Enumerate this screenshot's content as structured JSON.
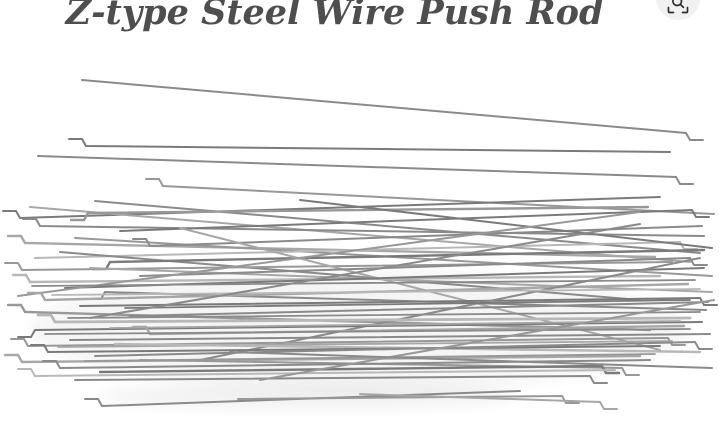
{
  "page": {
    "background": "#ffffff"
  },
  "header": {
    "title": "Z-type Steel Wire Push Rod",
    "title_color": "#4e4e4e"
  },
  "zoom_button": {
    "icon": "magnifier-expand-icon",
    "background": "#f1f1f2",
    "icon_color": "#2f2f2f"
  },
  "product_image": {
    "background": "#ffffff",
    "wire_colors": [
      "#6a6a6a",
      "#7a7a7a",
      "#8a8a8a",
      "#989898",
      "#a7a7a7",
      "#b8b8b8"
    ],
    "hook_stub_length": 13,
    "hook_drop": 7,
    "wires": [
      [
        82,
        80,
        686,
        133,
        2,
        2,
        "n",
        "d"
      ],
      [
        86,
        146,
        670,
        152,
        2,
        1,
        "u",
        "n"
      ],
      [
        38,
        156,
        676,
        177,
        2,
        2,
        "n",
        "d"
      ],
      [
        163,
        186,
        714,
        214,
        2,
        3,
        "u",
        "n"
      ],
      [
        20,
        218,
        660,
        197,
        2,
        1,
        "u",
        "n"
      ],
      [
        95,
        201,
        700,
        253,
        2,
        2,
        "n",
        "n"
      ],
      [
        30,
        207,
        690,
        262,
        2,
        4,
        "n",
        "n"
      ],
      [
        88,
        213,
        648,
        207,
        2.4,
        3,
        "d",
        "n"
      ],
      [
        40,
        226,
        704,
        236,
        2,
        2,
        "u",
        "n"
      ],
      [
        120,
        231,
        692,
        210,
        2,
        1,
        "n",
        "d"
      ],
      [
        25,
        243,
        655,
        257,
        2.4,
        4,
        "u",
        "n"
      ],
      [
        75,
        238,
        712,
        276,
        2,
        3,
        "n",
        "n"
      ],
      [
        150,
        246,
        702,
        226,
        2,
        2,
        "u",
        "n"
      ],
      [
        35,
        258,
        680,
        242,
        2,
        5,
        "n",
        "d"
      ],
      [
        60,
        252,
        640,
        300,
        2,
        2,
        "n",
        "n"
      ],
      [
        110,
        262,
        704,
        250,
        2.4,
        1,
        "d",
        "n"
      ],
      [
        22,
        270,
        672,
        262,
        2,
        3,
        "u",
        "n"
      ],
      [
        90,
        268,
        712,
        292,
        2,
        4,
        "n",
        "n"
      ],
      [
        300,
        200,
        712,
        248,
        2,
        1,
        "n",
        "n"
      ],
      [
        180,
        228,
        660,
        350,
        2,
        4,
        "n",
        "n"
      ],
      [
        140,
        276,
        690,
        258,
        2,
        2,
        "n",
        "d"
      ],
      [
        30,
        282,
        660,
        276,
        2.4,
        5,
        "u",
        "n"
      ],
      [
        65,
        288,
        704,
        268,
        2,
        1,
        "n",
        "n"
      ],
      [
        18,
        296,
        640,
        212,
        2,
        3,
        "n",
        "n"
      ],
      [
        105,
        292,
        706,
        310,
        2,
        2,
        "d",
        "n"
      ],
      [
        45,
        300,
        688,
        284,
        2.4,
        4,
        "u",
        "n"
      ],
      [
        80,
        306,
        700,
        298,
        2,
        1,
        "n",
        "d"
      ],
      [
        25,
        312,
        650,
        330,
        2.4,
        3,
        "u",
        "n"
      ],
      [
        130,
        316,
        708,
        302,
        2,
        2,
        "n",
        "n"
      ],
      [
        200,
        360,
        700,
        258,
        2,
        2,
        "n",
        "n"
      ],
      [
        32,
        286,
        695,
        280,
        1.8,
        2,
        "n",
        "n"
      ],
      [
        52,
        295,
        700,
        289,
        1.8,
        5,
        "n",
        "n"
      ],
      [
        125,
        308,
        690,
        300,
        1.8,
        1,
        "n",
        "n"
      ],
      [
        68,
        318,
        700,
        312,
        1.8,
        2,
        "n",
        "n"
      ],
      [
        55,
        322,
        690,
        318,
        2.8,
        5,
        "u",
        "n"
      ],
      [
        90,
        318,
        640,
        224,
        2,
        2,
        "n",
        "n"
      ],
      [
        35,
        330,
        702,
        322,
        2,
        1,
        "d",
        "n"
      ],
      [
        150,
        334,
        684,
        326,
        2.4,
        4,
        "u",
        "n"
      ],
      [
        45,
        334,
        690,
        329,
        1.8,
        2,
        "n",
        "n"
      ],
      [
        70,
        340,
        710,
        334,
        2,
        2,
        "n",
        "n"
      ],
      [
        28,
        346,
        668,
        338,
        2,
        3,
        "u",
        "d"
      ],
      [
        58,
        347,
        672,
        341,
        1.8,
        4,
        "n",
        "n"
      ],
      [
        115,
        344,
        700,
        352,
        2.4,
        5,
        "n",
        "n"
      ],
      [
        48,
        352,
        660,
        346,
        2,
        1,
        "u",
        "n"
      ],
      [
        95,
        356,
        695,
        342,
        2,
        2,
        "n",
        "d"
      ],
      [
        110,
        328,
        680,
        321,
        1.8,
        4,
        "n",
        "n"
      ],
      [
        22,
        362,
        640,
        356,
        2.4,
        4,
        "u",
        "n"
      ],
      [
        85,
        361,
        655,
        354,
        1.8,
        3,
        "n",
        "n"
      ],
      [
        140,
        360,
        622,
        368,
        2,
        3,
        "n",
        "d"
      ],
      [
        60,
        368,
        650,
        360,
        2,
        2,
        "u",
        "n"
      ],
      [
        100,
        372,
        602,
        366,
        2.4,
        1,
        "n",
        "d"
      ],
      [
        35,
        376,
        615,
        370,
        2,
        5,
        "u",
        "n"
      ],
      [
        75,
        380,
        590,
        376,
        2,
        2,
        "n",
        "d"
      ],
      [
        260,
        380,
        714,
        300,
        2,
        3,
        "n",
        "n"
      ],
      [
        230,
        352,
        712,
        368,
        2,
        2,
        "n",
        "n"
      ],
      [
        102,
        406,
        520,
        391,
        2,
        2,
        "u",
        "n"
      ],
      [
        238,
        399,
        562,
        396,
        2,
        3,
        "n",
        "d"
      ],
      [
        360,
        394,
        600,
        402,
        2,
        4,
        "n",
        "d"
      ]
    ]
  }
}
